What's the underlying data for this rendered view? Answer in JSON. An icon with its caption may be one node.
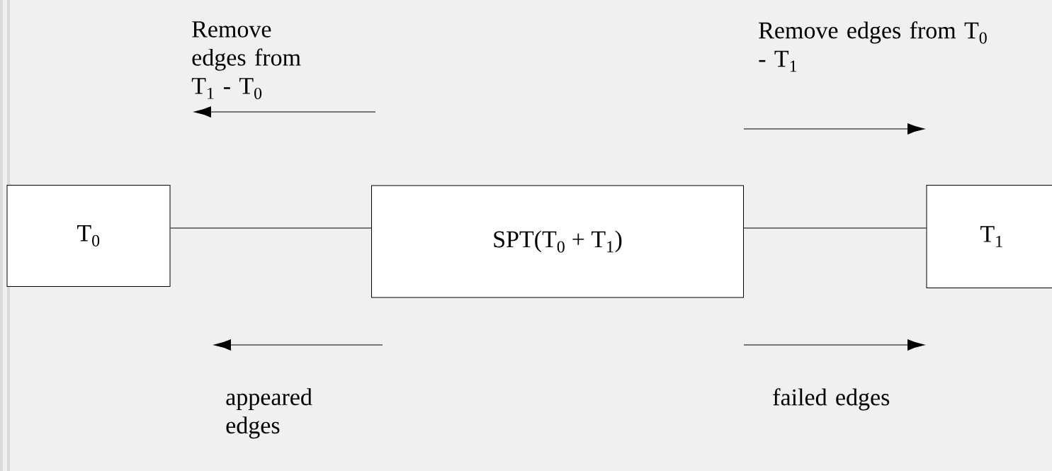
{
  "diagram": {
    "nodes": [
      {
        "text": [
          "T$_{0}$"
        ]
      },
      {
        "text": [
          "SPT(T$_{0}$ + T$_{1}$)"
        ]
      },
      {
        "text": [
          "T$_{1}$"
        ]
      }
    ],
    "edges": [
      {
        "from": 0,
        "to": 1,
        "arrow": "none"
      },
      {
        "from": 1,
        "to": 2,
        "arrow": "none"
      }
    ],
    "labels": [
      "Remove edges from T$_{1}$ - T$_{0}$",
      "Remove edges from T$_{0}$ - T$_{1}$",
      "appeared edges",
      "failed edges"
    ]
  }
}
